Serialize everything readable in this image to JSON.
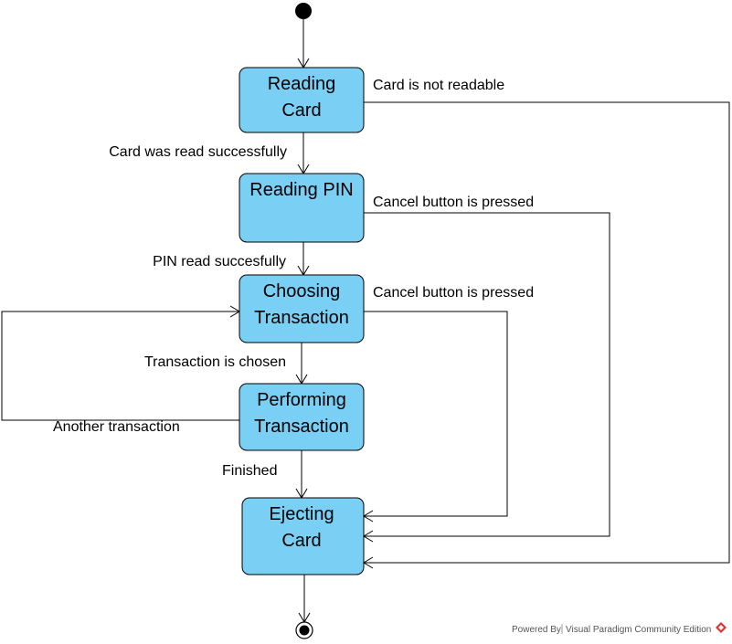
{
  "states": {
    "reading_card": [
      "Reading",
      "Card"
    ],
    "reading_pin": [
      "Reading PIN"
    ],
    "choosing_transaction": [
      "Choosing",
      "Transaction"
    ],
    "performing_transaction": [
      "Performing",
      "Transaction"
    ],
    "ejecting_card": [
      "Ejecting",
      "Card"
    ]
  },
  "transitions": {
    "card_read": "Card was read successfully",
    "card_not_readable": "Card is not readable",
    "pin_read": "PIN read succesfully",
    "cancel_at_pin": "Cancel button is pressed",
    "cancel_at_choose": "Cancel button is pressed",
    "transaction_chosen": "Transaction is chosen",
    "another_transaction": "Another transaction",
    "finished": "Finished"
  },
  "footer": {
    "powered_by": "Powered By",
    "product": "Visual Paradigm Community Edition"
  },
  "colors": {
    "state_fill": "#7acff5",
    "logo_accent": "#e03030"
  }
}
